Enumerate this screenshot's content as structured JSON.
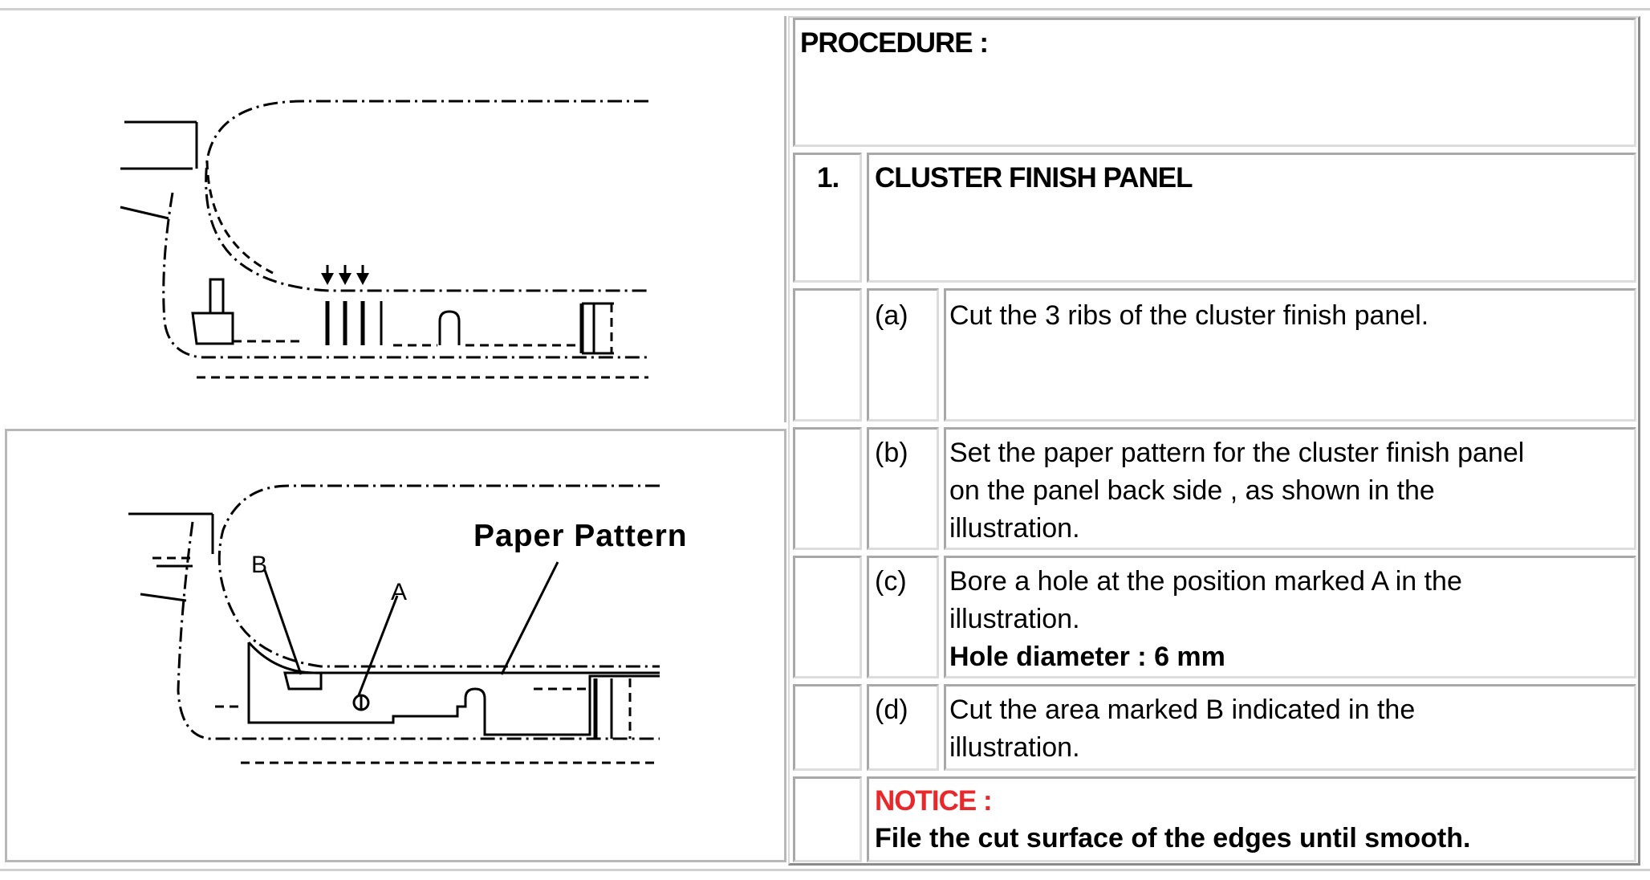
{
  "procedure_header": "PROCEDURE :",
  "step": {
    "number": "1.",
    "title": "CLUSTER FINISH PANEL"
  },
  "substeps": [
    {
      "label": "(a)",
      "lines": [
        "Cut the 3 ribs of the cluster finish panel."
      ]
    },
    {
      "label": "(b)",
      "lines": [
        "Set the paper pattern for the cluster finish panel",
        "on the panel back side , as shown in the",
        "illustration."
      ]
    },
    {
      "label": "(c)",
      "lines": [
        "Bore a hole at the position marked A in the",
        "illustration."
      ],
      "spec": "Hole diameter : 6 mm"
    },
    {
      "label": "(d)",
      "lines": [
        "Cut the area marked B indicated in the",
        "illustration."
      ]
    }
  ],
  "notice": {
    "label": "NOTICE :",
    "text": "File the cut surface of the edges until smooth."
  },
  "illustration2": {
    "title": "Paper Pattern",
    "marker_a": "A",
    "marker_b": "B"
  },
  "colors": {
    "notice": "#e8282b",
    "border_light": "#dcdcdc",
    "border_dark": "#a8a8a8"
  }
}
